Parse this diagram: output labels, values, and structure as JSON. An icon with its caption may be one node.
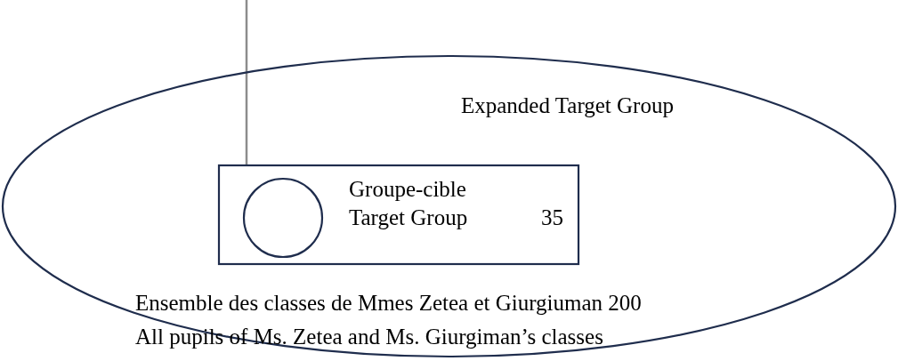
{
  "diagram": {
    "nodes": [
      {
        "text": [
          "Expanded Target Group"
        ]
      },
      {
        "text": [
          "Groupe-cible",
          "Target Group",
          "35"
        ],
        "in": 0
      },
      {
        "text": [],
        "shape": "circle",
        "in": 1
      }
    ],
    "edges": [
      {
        "from": null,
        "to": 1,
        "arrow": "none"
      }
    ],
    "labels": [
      "Ensemble des classes de Mmes Zetea et Giurgiuman 200",
      "All pupils of Ms. Zetea and Ms. Giurgiman’s classes"
    ]
  }
}
